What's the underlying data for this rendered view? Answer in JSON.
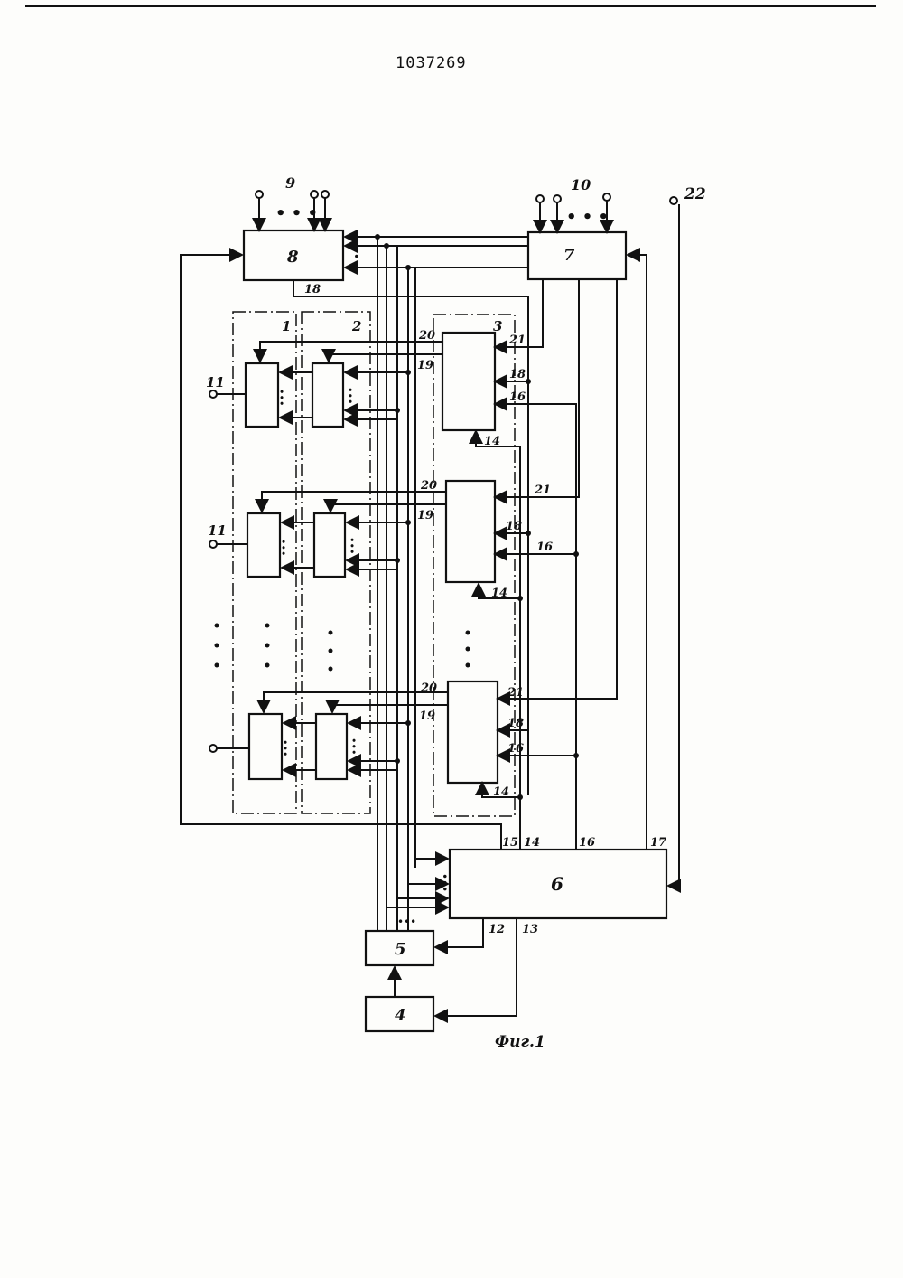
{
  "document": {
    "number": "1037269"
  },
  "caption": "Фиг.1",
  "blocks": {
    "b8": "8",
    "b7": "7",
    "b6": "6",
    "b5": "5",
    "b4": "4"
  },
  "group_labels": {
    "g1": "1",
    "g2": "2",
    "g3": "3"
  },
  "terminals": {
    "t9": "9",
    "t10": "10",
    "t22": "22",
    "t11a": "11",
    "t11b": "11"
  },
  "signals": {
    "s12": "12",
    "s13": "13",
    "s14": "14",
    "s15": "15",
    "s16": "16",
    "s17": "17",
    "s18": "18",
    "r1_20": "20",
    "r1_19": "19",
    "r1_21": "21",
    "r1_18": "18",
    "r1_16": "16",
    "r1_14": "14",
    "r2_20": "20",
    "r2_19": "19",
    "r2_21": "21",
    "r2_18": "18",
    "r2_16": "16",
    "r2_14": "14",
    "r3_20": "20",
    "r3_19": "19",
    "r3_21": "21",
    "r3_18": "18",
    "r3_16": "16",
    "r3_14": "14",
    "b6_15": "15",
    "b6_14": "14",
    "b6_16": "16",
    "b6_17": "17"
  }
}
